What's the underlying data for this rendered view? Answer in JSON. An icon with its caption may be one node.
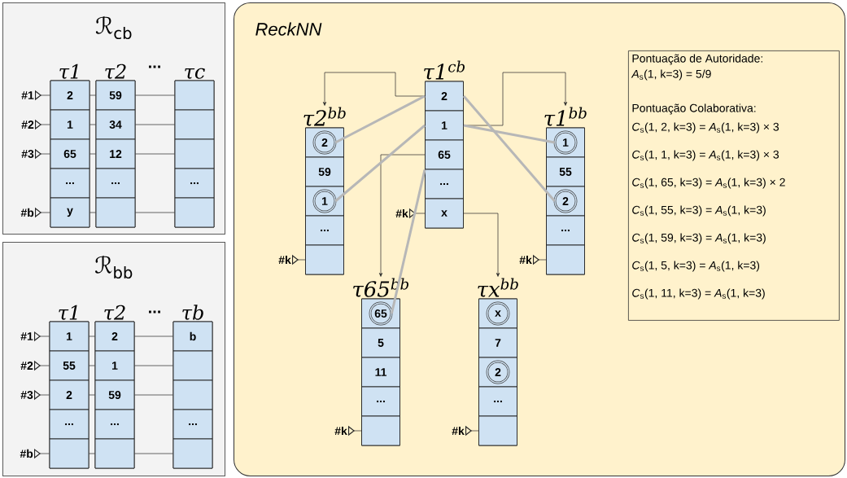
{
  "diagram": {
    "nodes": [
      {
        "text": [
          "ℛ$_{cb}$"
        ]
      },
      {
        "text": [
          "τ1"
        ],
        "in": 0
      },
      {
        "text": [
          "2"
        ],
        "in": 1
      },
      {
        "text": [
          "1"
        ],
        "in": 1
      },
      {
        "text": [
          "65"
        ],
        "in": 1
      },
      {
        "text": [
          "..."
        ],
        "in": 1
      },
      {
        "text": [
          "y"
        ],
        "in": 1
      },
      {
        "text": [
          "τ2"
        ],
        "in": 0
      },
      {
        "text": [
          "59"
        ],
        "in": 7
      },
      {
        "text": [
          "34"
        ],
        "in": 7
      },
      {
        "text": [
          "12"
        ],
        "in": 7
      },
      {
        "text": [
          "..."
        ],
        "in": 7
      },
      {
        "text": [],
        "shape": "box",
        "in": 7
      },
      {
        "text": [
          "τc"
        ],
        "in": 0
      },
      {
        "text": [],
        "shape": "box",
        "in": 13
      },
      {
        "text": [],
        "shape": "box",
        "in": 13
      },
      {
        "text": [],
        "shape": "box",
        "in": 13
      },
      {
        "text": [
          "..."
        ],
        "in": 13
      },
      {
        "text": [],
        "shape": "box",
        "in": 13
      },
      {
        "text": [
          "#1"
        ],
        "in": 0
      },
      {
        "text": [
          "#2"
        ],
        "in": 0
      },
      {
        "text": [
          "#3"
        ],
        "in": 0
      },
      {
        "text": [
          "#b"
        ],
        "in": 0
      },
      {
        "text": [
          "ℛ$_{bb}$"
        ]
      },
      {
        "text": [
          "τ1"
        ],
        "in": 23
      },
      {
        "text": [
          "1"
        ],
        "in": 24
      },
      {
        "text": [
          "55"
        ],
        "in": 24
      },
      {
        "text": [
          "2"
        ],
        "in": 24
      },
      {
        "text": [
          "..."
        ],
        "in": 24
      },
      {
        "text": [],
        "shape": "box",
        "in": 24
      },
      {
        "text": [
          "τ2"
        ],
        "in": 23
      },
      {
        "text": [
          "2"
        ],
        "in": 30
      },
      {
        "text": [
          "1"
        ],
        "in": 30
      },
      {
        "text": [
          "59"
        ],
        "in": 30
      },
      {
        "text": [
          "..."
        ],
        "in": 30
      },
      {
        "text": [],
        "shape": "box",
        "in": 30
      },
      {
        "text": [
          "τb"
        ],
        "in": 23
      },
      {
        "text": [
          "b"
        ],
        "in": 36
      },
      {
        "text": [],
        "shape": "box",
        "in": 36
      },
      {
        "text": [],
        "shape": "box",
        "in": 36
      },
      {
        "text": [
          "..."
        ],
        "in": 36
      },
      {
        "text": [],
        "shape": "box",
        "in": 36
      },
      {
        "text": [
          "#1"
        ],
        "in": 23
      },
      {
        "text": [
          "#2"
        ],
        "in": 23
      },
      {
        "text": [
          "#3"
        ],
        "in": 23
      },
      {
        "text": [
          "#b"
        ],
        "in": 23
      },
      {
        "text": [
          "ReckNN"
        ]
      },
      {
        "text": [
          "Pontuação de Autoridade:",
          "*A*$_{s}$(1, k=3) = 5/9",
          "Pontuação Colaborativa:",
          "*C*$_{s}$(1, 2, k=3) = *A*$_{s}$(1, k=3) × 3",
          "*C*$_{s}$(1, 1, k=3) = *A*$_{s}$(1, k=3) × 3",
          "*C*$_{s}$(1, 65, k=3) = *A*$_{s}$(1, k=3) × 2",
          "*C*$_{s}$(1, 55, k=3) = *A*$_{s}$(1, k=3)",
          "*C*$_{s}$(1, 59, k=3) = *A*$_{s}$(1, k=3)",
          "*C*$_{s}$(1, 5, k=3) = *A*$_{s}$(1, k=3)",
          "*C*$_{s}$(1, 11, k=3) = *A*$_{s}$(1, k=3)"
        ],
        "in": 46
      },
      {
        "text": [
          "τ1$^{cb}$"
        ],
        "in": 46
      },
      {
        "text": [
          "2"
        ],
        "in": 48
      },
      {
        "text": [
          "1"
        ],
        "in": 48
      },
      {
        "text": [
          "65"
        ],
        "in": 48
      },
      {
        "text": [
          "..."
        ],
        "in": 48
      },
      {
        "text": [
          "x"
        ],
        "in": 48
      },
      {
        "text": [
          "#k"
        ],
        "in": 46
      },
      {
        "text": [
          "τ2$^{bb}$"
        ],
        "in": 46
      },
      {
        "text": [],
        "shape": "box",
        "in": 55
      },
      {
        "text": [
          "2"
        ],
        "in": 56
      },
      {
        "text": [
          "59"
        ],
        "in": 55
      },
      {
        "text": [],
        "shape": "box",
        "in": 55
      },
      {
        "text": [
          "1"
        ],
        "in": 59
      },
      {
        "text": [
          "..."
        ],
        "in": 55
      },
      {
        "text": [],
        "shape": "box",
        "in": 55
      },
      {
        "text": [
          "#k"
        ],
        "in": 46
      },
      {
        "text": [
          "τ1$^{bb}$"
        ],
        "in": 46
      },
      {
        "text": [],
        "shape": "box",
        "in": 64
      },
      {
        "text": [
          "1"
        ],
        "in": 65
      },
      {
        "text": [
          "55"
        ],
        "in": 64
      },
      {
        "text": [],
        "shape": "box",
        "in": 64
      },
      {
        "text": [
          "2"
        ],
        "in": 68
      },
      {
        "text": [
          "..."
        ],
        "in": 64
      },
      {
        "text": [],
        "shape": "box",
        "in": 64
      },
      {
        "text": [
          "#k"
        ],
        "in": 46
      },
      {
        "text": [
          "τ65$^{bb}$"
        ],
        "in": 46
      },
      {
        "text": [],
        "shape": "box",
        "in": 73
      },
      {
        "text": [
          "65"
        ],
        "in": 74
      },
      {
        "text": [
          "5"
        ],
        "in": 73
      },
      {
        "text": [
          "11"
        ],
        "in": 73
      },
      {
        "text": [
          "..."
        ],
        "in": 73
      },
      {
        "text": [],
        "shape": "box",
        "in": 73
      },
      {
        "text": [
          "#k"
        ],
        "in": 46
      },
      {
        "text": [
          "τx$^{bb}$"
        ],
        "in": 46
      },
      {
        "text": [],
        "shape": "box",
        "in": 81
      },
      {
        "text": [
          "x"
        ],
        "in": 82
      },
      {
        "text": [
          "7"
        ],
        "in": 81
      },
      {
        "text": [],
        "shape": "box",
        "in": 81
      },
      {
        "text": [
          "2"
        ],
        "in": 85
      },
      {
        "text": [
          "..."
        ],
        "in": 81
      },
      {
        "text": [],
        "shape": "box",
        "in": 81
      },
      {
        "text": [
          "#k"
        ],
        "in": 46
      }
    ],
    "edges": [
      {
        "from": 19,
        "to": 2,
        "arrow": "other"
      },
      {
        "from": 20,
        "to": 3,
        "arrow": "other"
      },
      {
        "from": 21,
        "to": 4,
        "arrow": "other"
      },
      {
        "from": 22,
        "to": 6,
        "arrow": "other"
      },
      {
        "from": 2,
        "to": 8,
        "arrow": "none"
      },
      {
        "from": 8,
        "to": 14,
        "arrow": "none"
      },
      {
        "from": 3,
        "to": 9,
        "arrow": "none"
      },
      {
        "from": 9,
        "to": 15,
        "arrow": "none"
      },
      {
        "from": 4,
        "to": 10,
        "arrow": "none"
      },
      {
        "from": 10,
        "to": 16,
        "arrow": "none"
      },
      {
        "from": 6,
        "to": 12,
        "arrow": "none"
      },
      {
        "from": 12,
        "to": 18,
        "arrow": "none"
      },
      {
        "from": 42,
        "to": 25,
        "arrow": "other"
      },
      {
        "from": 43,
        "to": 26,
        "arrow": "other"
      },
      {
        "from": 44,
        "to": 27,
        "arrow": "other"
      },
      {
        "from": 45,
        "to": 29,
        "arrow": "other"
      },
      {
        "from": 25,
        "to": 31,
        "arrow": "none"
      },
      {
        "from": 31,
        "to": 37,
        "arrow": "none"
      },
      {
        "from": 26,
        "to": 32,
        "arrow": "none"
      },
      {
        "from": 32,
        "to": 38,
        "arrow": "none"
      },
      {
        "from": 27,
        "to": 33,
        "arrow": "none"
      },
      {
        "from": 33,
        "to": 39,
        "arrow": "none"
      },
      {
        "from": 29,
        "to": 35,
        "arrow": "none"
      },
      {
        "from": 35,
        "to": 41,
        "arrow": "none"
      },
      {
        "from": 54,
        "to": 53,
        "arrow": "other"
      },
      {
        "from": 63,
        "to": 62,
        "arrow": "other"
      },
      {
        "from": 72,
        "to": 71,
        "arrow": "other"
      },
      {
        "from": 80,
        "to": 79,
        "arrow": "other"
      },
      {
        "from": 89,
        "to": 88,
        "arrow": "other"
      },
      {
        "from": 49,
        "to": 55,
        "arrow": "to"
      },
      {
        "from": 50,
        "to": 64,
        "arrow": "to"
      },
      {
        "from": 51,
        "to": 73,
        "arrow": "to"
      },
      {
        "from": 53,
        "to": 81,
        "arrow": "to"
      },
      {
        "from": 49,
        "to": 57,
        "arrow": "none",
        "style": "thick",
        "color": "#b7b7b7"
      },
      {
        "from": 50,
        "to": 60,
        "arrow": "none",
        "style": "thick",
        "color": "#b7b7b7"
      },
      {
        "from": 50,
        "to": 66,
        "arrow": "none",
        "style": "thick",
        "color": "#b7b7b7"
      },
      {
        "from": 49,
        "to": 69,
        "arrow": "none",
        "style": "thick",
        "color": "#b7b7b7"
      },
      {
        "from": 51,
        "to": 75,
        "arrow": "none",
        "style": "thick",
        "color": "#b7b7b7"
      }
    ],
    "labels": [
      "...",
      "..."
    ]
  }
}
